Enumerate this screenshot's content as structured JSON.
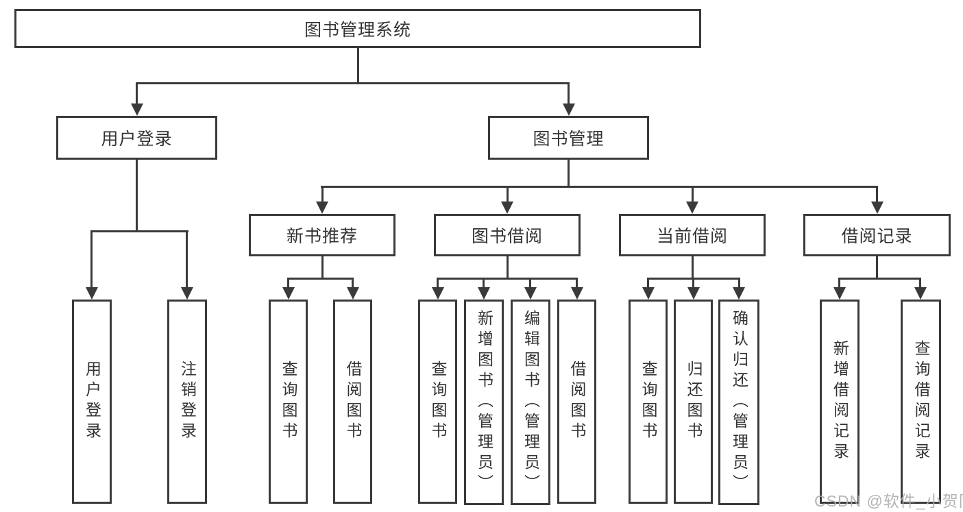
{
  "colors": {
    "line": "#3a3a3a",
    "text": "#333333",
    "background": "#ffffff",
    "watermark": "#acacac"
  },
  "watermark": {
    "text": "CSDN @软件_小贺同学"
  },
  "tree": {
    "root": {
      "label": "图书管理系统"
    },
    "branches": [
      {
        "label": "用户登录",
        "children": [
          {
            "label": "用户登录"
          },
          {
            "label": "注销登录"
          }
        ]
      },
      {
        "label": "图书管理",
        "children": [
          {
            "label": "新书推荐",
            "children": [
              {
                "label": "查询图书"
              },
              {
                "label": "借阅图书"
              }
            ]
          },
          {
            "label": "图书借阅",
            "children": [
              {
                "label": "查询图书"
              },
              {
                "label": "新增图书（管理员）"
              },
              {
                "label": "编辑图书（管理员）"
              },
              {
                "label": "借阅图书"
              }
            ]
          },
          {
            "label": "当前借阅",
            "children": [
              {
                "label": "查询图书"
              },
              {
                "label": "归还图书"
              },
              {
                "label": "确认归还（管理员）"
              }
            ]
          },
          {
            "label": "借阅记录",
            "children": [
              {
                "label": "新增借阅记录"
              },
              {
                "label": "查询借阅记录"
              }
            ]
          }
        ]
      }
    ]
  }
}
